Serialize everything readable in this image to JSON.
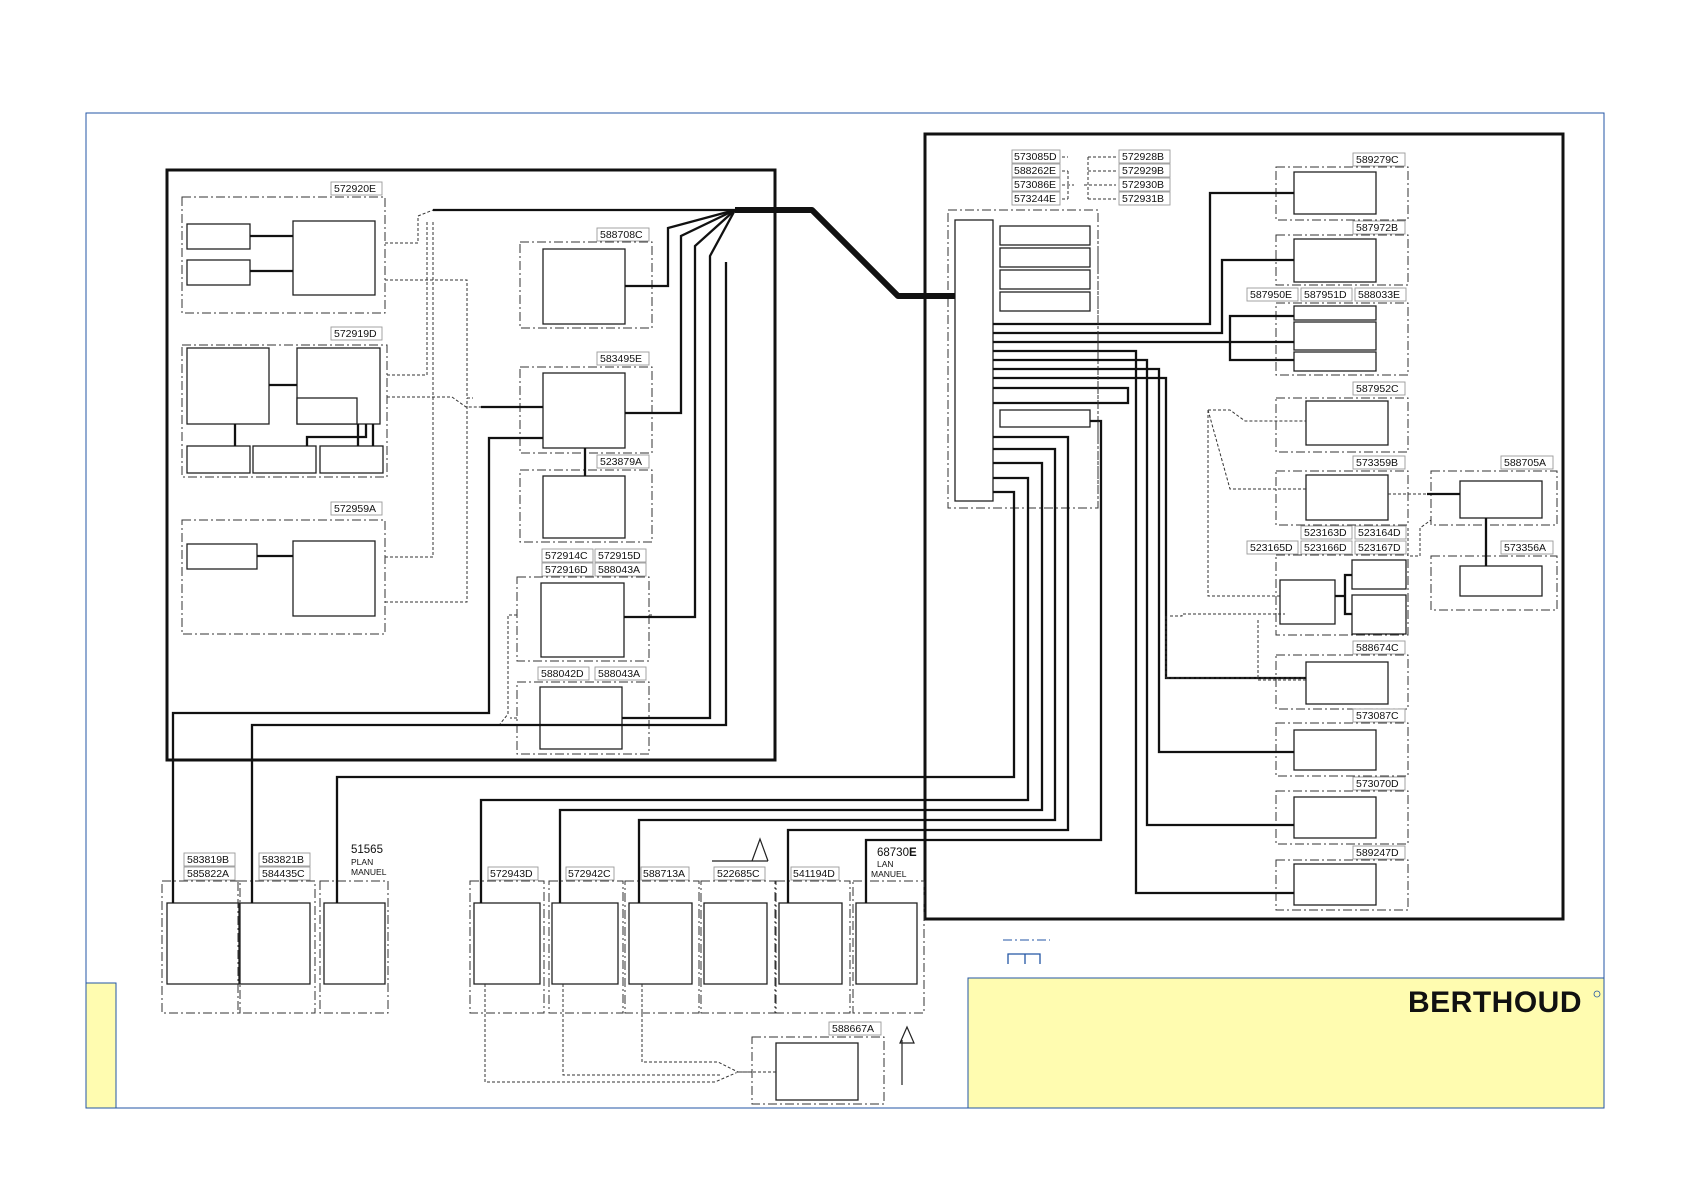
{
  "brand": {
    "logo_text": "BERTHOUD",
    "logo_color": "#2356a5",
    "titleblock_color": "#fffcb0",
    "border_color": "#2356a5"
  },
  "parts": {
    "p572920E": "572920E",
    "p588708C": "588708C",
    "p572919D": "572919D",
    "p583495E": "583495E",
    "p523879A": "523879A",
    "p572959A": "572959A",
    "p572914C": "572914C",
    "p572915D": "572915D",
    "p572916D": "572916D",
    "p588043A": "588043A",
    "p588042D": "588042D",
    "p588043A_b": "588043A",
    "p573085D": "573085D",
    "p588262E": "588262E",
    "p573086E": "573086E",
    "p573244E": "573244E",
    "p572928B": "572928B",
    "p572929B": "572929B",
    "p572930B": "572930B",
    "p572931B": "572931B",
    "p589279C": "589279C",
    "p587972B": "587972B",
    "p587950E": "587950E",
    "p587951D": "587951D",
    "p588033E": "588033E",
    "p587952C": "587952C",
    "p573359B": "573359B",
    "p588705A": "588705A",
    "p523163D": "523163D",
    "p523164D": "523164D",
    "p523165D": "523165D",
    "p523166D": "523166D",
    "p523167D": "523167D",
    "p573356A": "573356A",
    "p588674C": "588674C",
    "p573087C": "573087C",
    "p573070D": "573070D",
    "p589247D": "589247D",
    "p583819B": "583819B",
    "p585822A": "585822A",
    "p583821B": "583821B",
    "p584435C": "584435C",
    "p572943D": "572943D",
    "p572942C": "572942C",
    "p588713A": "588713A",
    "p522685C": "522685C",
    "p541194D": "541194D",
    "p588667A": "588667A"
  },
  "annotations": {
    "plan_number": "51565",
    "plan_line1": "PLAN",
    "plan_line2": "MANUEL",
    "lan_number": "68730",
    "lan_suffix": "E",
    "lan_line1": "LAN",
    "lan_line2": "MANUEL"
  }
}
